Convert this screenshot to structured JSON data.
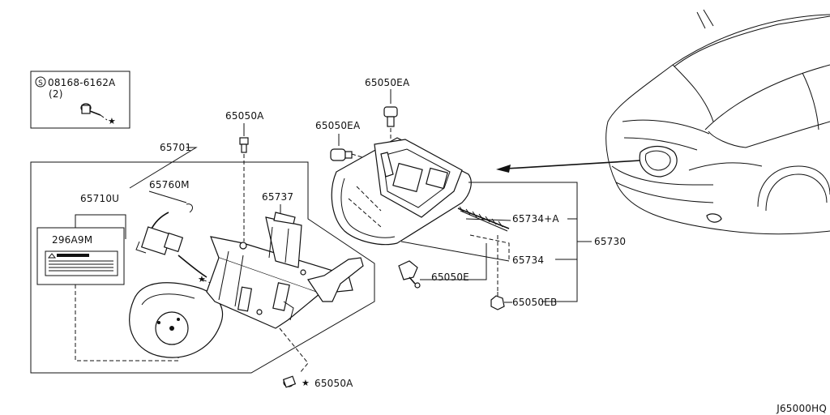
{
  "diagram_id": "J65000HQ",
  "inset": {
    "prefix_symbol": "S",
    "part_number": "08168-6162A",
    "quantity": "(2)"
  },
  "labels": {
    "p65701": "65701",
    "p65710U": "65710U",
    "p65760M": "65760M",
    "p296A9M": "296A9M",
    "p65050A_top": "65050A",
    "p65737": "65737",
    "p65050A_bottom": "65050A",
    "p65050EA_top": "65050EA",
    "p65050EA_left": "65050EA",
    "p65734A": "65734+A",
    "p65730": "65730",
    "p65734": "65734",
    "p65050E": "65050E",
    "p65050EB": "65050EB"
  }
}
